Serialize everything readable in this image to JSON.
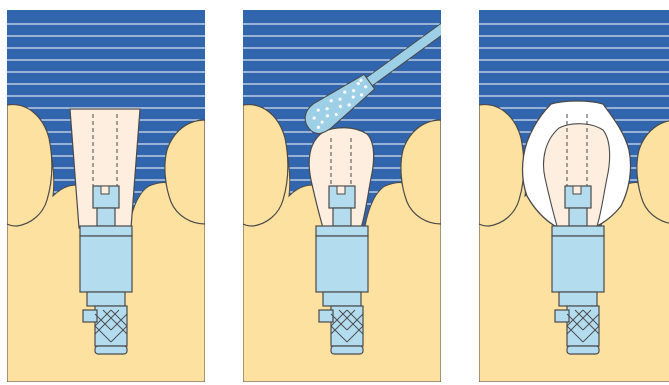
{
  "figure": {
    "panels": [
      {
        "step": "abutment-in-place"
      },
      {
        "step": "abutment-trimmed-with-bur"
      },
      {
        "step": "crown-on-abutment"
      }
    ]
  },
  "colors": {
    "background_blue": "#3165ad",
    "stripe_white": "#ffffff",
    "gum": "#fde1a0",
    "gum_outline": "#4a4a4a",
    "abutment": "#fdeedf",
    "implant_metal": "#b3dcef",
    "bur_body": "#9dd0e6",
    "crown_white": "#ffffff"
  }
}
